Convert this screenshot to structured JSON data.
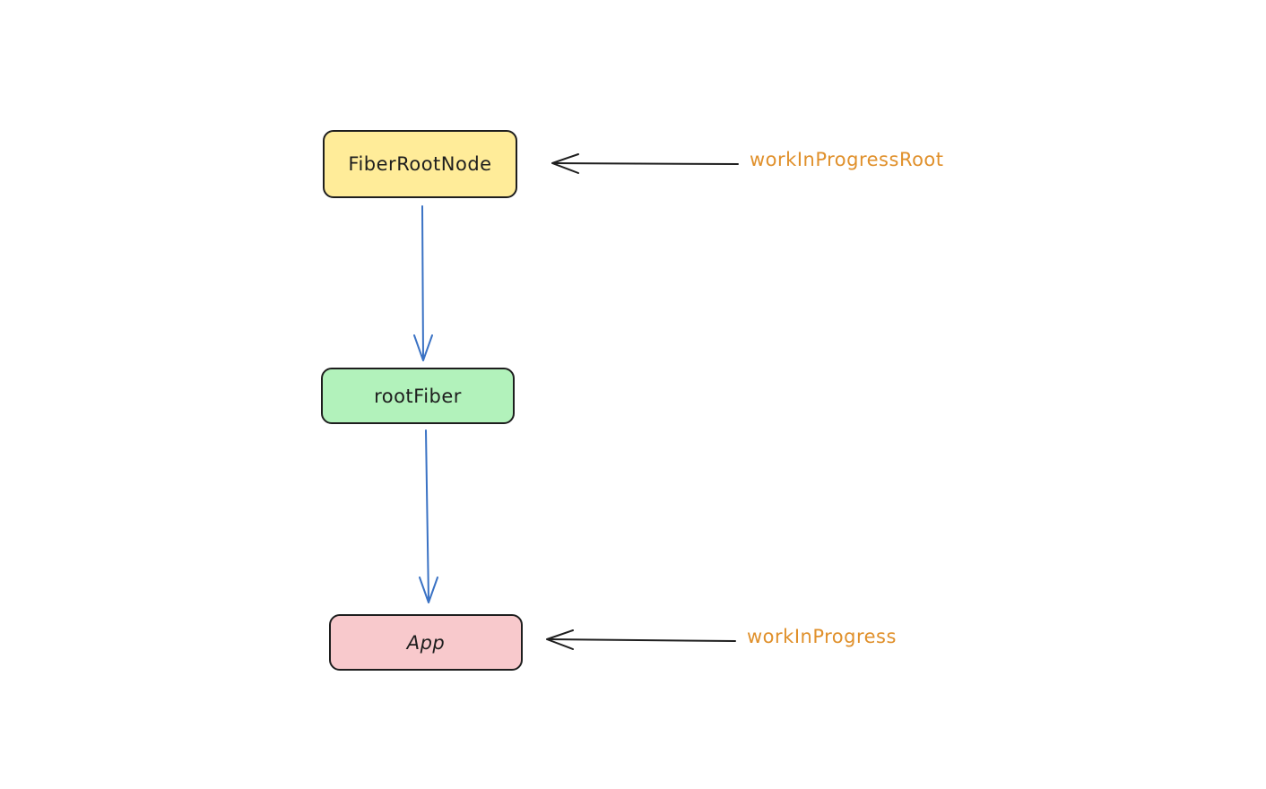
{
  "nodes": {
    "fiber_root_node": {
      "label": "FiberRootNode",
      "fill": "#ffec99"
    },
    "root_fiber": {
      "label": "rootFiber",
      "fill": "#b2f2bb"
    },
    "app": {
      "label": "App",
      "fill": "#f8c9cc"
    }
  },
  "pointers": {
    "work_in_progress_root": {
      "label": "workInProgressRoot"
    },
    "work_in_progress": {
      "label": "workInProgress"
    }
  },
  "colors": {
    "stroke": "#1e1e1e",
    "child_arrow": "#3a72c4",
    "pointer_arrow": "#1e1e1e",
    "pointer_label": "#e0902b"
  }
}
